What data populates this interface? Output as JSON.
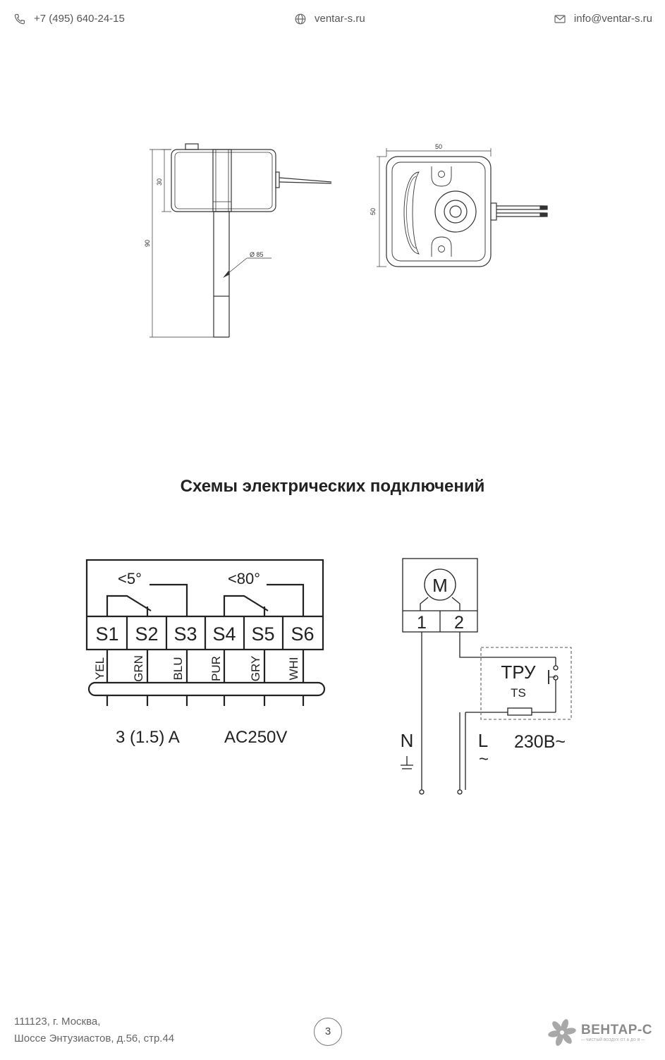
{
  "header": {
    "phone": "+7 (495) 640-24-15",
    "website": "ventar-s.ru",
    "email": "info@ventar-s.ru"
  },
  "dimensions": {
    "d30": "30",
    "d90": "90",
    "diameter": "Ø 85",
    "d50_top": "50",
    "d50_side": "50"
  },
  "section_title": "Схемы электрических подключений",
  "thermostat_schema": {
    "temp_low": "<5°",
    "temp_high": "<80°",
    "terminals": [
      "S1",
      "S2",
      "S3",
      "S4",
      "S5",
      "S6"
    ],
    "wires": [
      "YEL",
      "GRN",
      "BLU",
      "PUR",
      "GRY",
      "WHI"
    ],
    "current": "3 (1.5) A",
    "voltage": "AC250V"
  },
  "motor_schema": {
    "motor_label": "M",
    "terminal_1": "1",
    "terminal_2": "2",
    "device_label": "ТРУ",
    "ts_label": "TS",
    "neutral": "N",
    "ground_symbol": "⊥",
    "line": "L",
    "tilde": "~",
    "supply": "230В~"
  },
  "footer": {
    "address_line1": "111123, г. Москва,",
    "address_line2": "Шоссе Энтузиастов, д.56, стр.44",
    "page_number": "3",
    "logo_name": "ВЕНТАР-С",
    "logo_slogan": "— ЧИСТЫЙ ВОЗДУХ ОТ А ДО Я —"
  }
}
